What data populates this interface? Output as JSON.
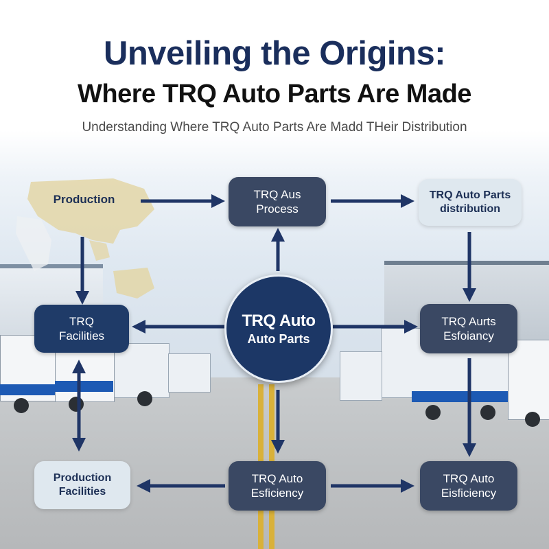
{
  "header": {
    "title_line1": "Unveiling the Origins:",
    "title_line2": "Where TRQ Auto Parts Are Made",
    "subtitle": "Understanding Where TRQ Auto Parts Are Madd THeir Distribution"
  },
  "nodes": {
    "production": {
      "label": "Production"
    },
    "process": {
      "line1": "TRQ Aus",
      "line2": "Process"
    },
    "distribution": {
      "line1": "TRQ Auto Parts",
      "line2": "distribution"
    },
    "facilities": {
      "line1": "TRQ",
      "line2": "Facilities"
    },
    "center": {
      "line1": "TRQ Auto",
      "line2": "Auto Parts"
    },
    "efficiency_right": {
      "line1": "TRQ Aurts",
      "line2": "Esfoiancy"
    },
    "production_facilities": {
      "line1": "Production",
      "line2": "Facilities"
    },
    "efficiency_bottom": {
      "line1": "TRQ Auto",
      "line2": "Esficiency"
    },
    "efficiency_corner": {
      "line1": "TRQ Auto",
      "line2": "Eisficiency"
    }
  },
  "colors": {
    "arrow": "#1f3566",
    "title": "#1a2e5c",
    "dark_box": "#3a4863",
    "navy_box": "#1f3b68",
    "light_box": "#dfe8ef",
    "center_circle": "#1c3766"
  },
  "icons": {
    "map": "world-map-icon",
    "arrows": "arrow-icon"
  }
}
